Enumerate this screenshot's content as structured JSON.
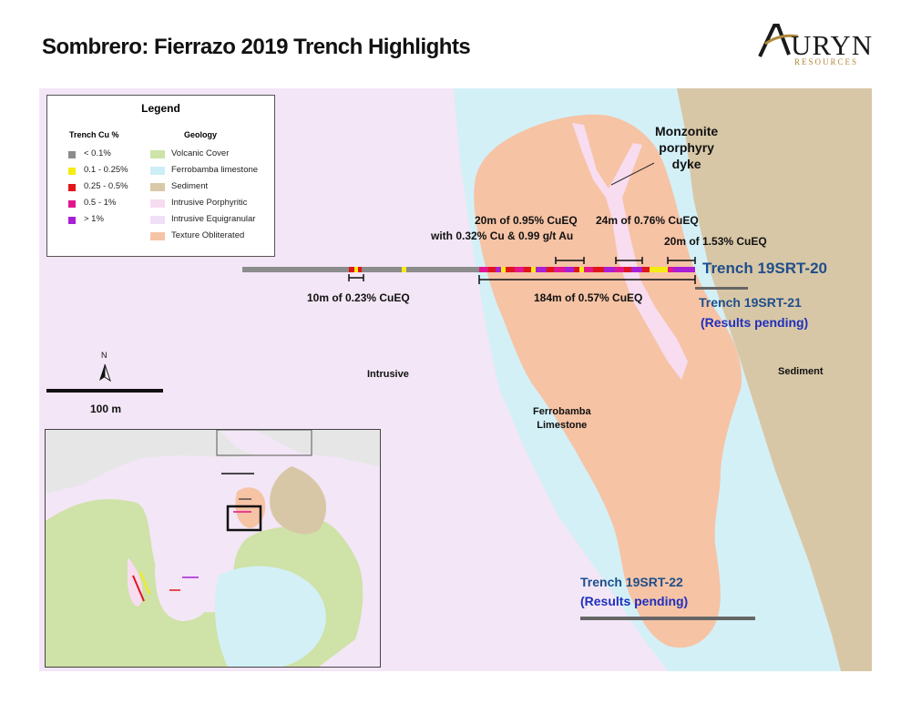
{
  "title": "Sombrero: Fierrazo 2019 Trench Highlights",
  "logo": {
    "main_initial": "A",
    "main_rest": "URYN",
    "sub": "RESOURCES"
  },
  "legend": {
    "title": "Legend",
    "cu_header": "Trench Cu %",
    "geology_header": "Geology",
    "cu_items": [
      {
        "label": "< 0.1%",
        "color": "#8c8c8c"
      },
      {
        "label": "0.1 - 0.25%",
        "color": "#f5ec12"
      },
      {
        "label": "0.25 - 0.5%",
        "color": "#e0161b"
      },
      {
        "label": "0.5 - 1%",
        "color": "#e2168f"
      },
      {
        "label": "> 1%",
        "color": "#a81fd6"
      }
    ],
    "geology_items": [
      {
        "label": "Volcanic Cover",
        "color": "#cde3a8"
      },
      {
        "label": "Ferrobamba limestone",
        "color": "#cdeef7"
      },
      {
        "label": "Sediment",
        "color": "#d9c9a8"
      },
      {
        "label": "Intrusive Porphyritic",
        "color": "#f7dcef"
      },
      {
        "label": "Intrusive Equigranular",
        "color": "#efe0f7"
      },
      {
        "label": "Texture Obliterated",
        "color": "#f6c4a6"
      }
    ]
  },
  "labels": {
    "monzonite": [
      "Monzonite",
      "porphyry",
      "dyke"
    ],
    "hl_20m_095_line1": "20m of 0.95% CuEQ",
    "hl_20m_095_line2": "with 0.32% Cu & 0.99 g/t Au",
    "hl_24m": "24m of 0.76% CuEQ",
    "hl_20m_153": "20m of 1.53% CuEQ",
    "hl_10m": "10m of 0.23% CuEQ",
    "hl_184m": "184m of 0.57% CuEQ",
    "trench_20": "Trench 19SRT-20",
    "trench_21": "Trench 19SRT-21",
    "trench_21_status": "(Results pending)",
    "trench_22": "Trench 19SRT-22",
    "trench_22_status": "(Results pending)",
    "intrusive": "Intrusive",
    "ferrobamba": [
      "Ferrobamba",
      "Limestone"
    ],
    "sediment": "Sediment",
    "north": "N",
    "scale": "100 m"
  },
  "colors": {
    "intrusive_equigranular": "#f3e6f6",
    "limestone": "#d3f0f7",
    "sediment": "#d8c7a6",
    "texture_obliterated": "#f6c3a5",
    "porphyry_dyke": "#f8dcef",
    "volcanic_cover": "#cfe2a7",
    "trench_pending": "#666666",
    "trench_label_blue": "#1e4e8c",
    "pending_blue": "#1f2fbd"
  }
}
